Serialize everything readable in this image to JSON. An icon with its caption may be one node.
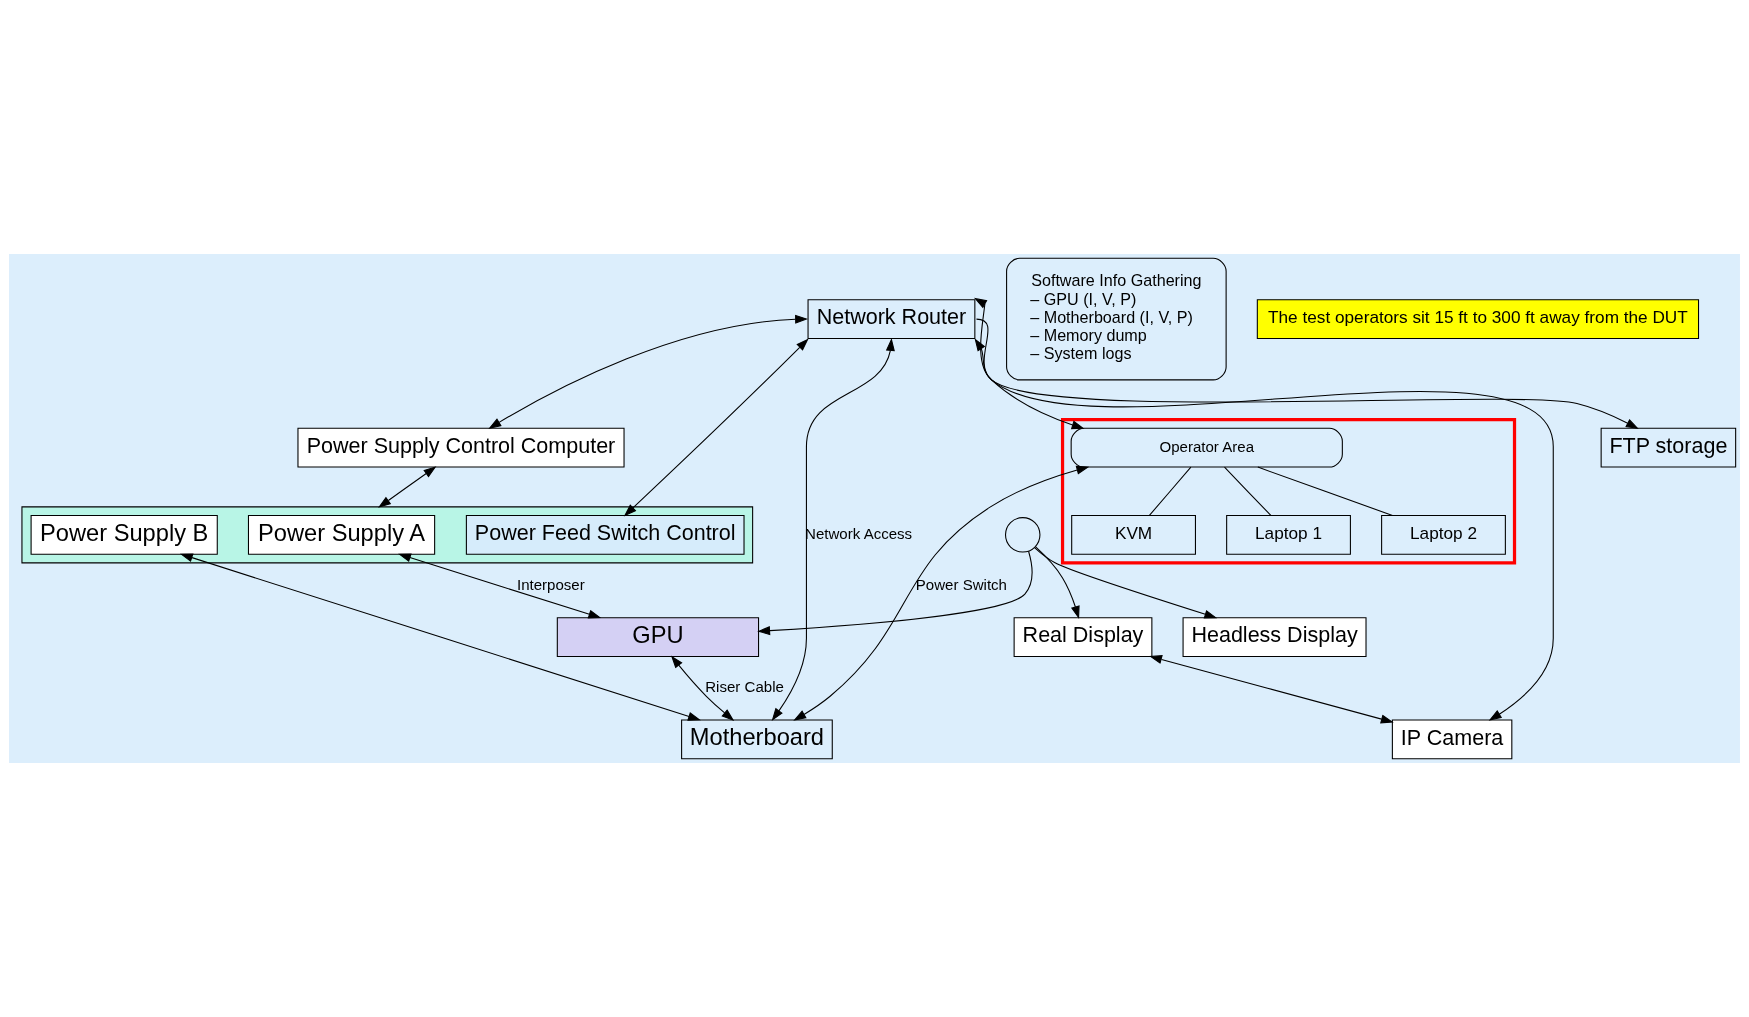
{
  "diagram": {
    "nodes": [
      {
        "text": [
          "Power Supply Control Computer"
        ]
      },
      {
        "text": [],
        "shape": "box"
      },
      {
        "text": [
          "Power Supply A"
        ],
        "in": 1
      },
      {
        "text": [
          "Power Supply B"
        ],
        "in": 1
      },
      {
        "text": [
          "Power Feed Switch Control"
        ],
        "in": 1
      },
      {
        "text": [
          "Network Router"
        ]
      },
      {
        "text": [
          "FTP storage"
        ]
      },
      {
        "text": [
          "GPU"
        ]
      },
      {
        "text": [],
        "shape": "circle"
      },
      {
        "text": [
          "Headless Display"
        ]
      },
      {
        "text": [
          "Real Display"
        ]
      },
      {
        "text": [
          "IP Camera"
        ]
      },
      {
        "text": [
          "Motherboard"
        ]
      },
      {
        "text": [
          "Software Info Gathering",
          "– GPU (I, V, P)",
          "– Motherboard (I, V, P)",
          "– Memory dump",
          "– System logs"
        ]
      },
      {
        "text": [],
        "shape": "box"
      },
      {
        "text": [
          "Operator Area"
        ],
        "in": 14
      },
      {
        "text": [
          "KVM"
        ],
        "in": 14
      },
      {
        "text": [
          "Laptop 1"
        ],
        "in": 14
      },
      {
        "text": [
          "Laptop 2"
        ],
        "in": 14
      },
      {
        "text": [
          "The test operators sit 15 ft to 300 ft away from the DUT"
        ]
      }
    ],
    "edges": [
      {
        "from": 0,
        "to": 1,
        "arrow": "both"
      },
      {
        "from": 2,
        "to": 7,
        "arrow": "both",
        "label": "Interposer"
      },
      {
        "from": 7,
        "to": 12,
        "arrow": "both",
        "label": "Riser Cable"
      },
      {
        "from": 3,
        "to": 12,
        "arrow": "both"
      },
      {
        "from": 8,
        "to": 7,
        "arrow": "to"
      },
      {
        "from": 8,
        "to": 9,
        "arrow": "to"
      },
      {
        "from": 8,
        "to": 10,
        "arrow": "to"
      },
      {
        "from": 10,
        "to": 11,
        "arrow": "both"
      },
      {
        "from": 5,
        "to": 0,
        "arrow": "both"
      },
      {
        "from": 5,
        "to": 4,
        "arrow": "both"
      },
      {
        "from": 5,
        "to": 12,
        "arrow": "both",
        "label": "Network Access"
      },
      {
        "from": 5,
        "to": 15,
        "arrow": "both"
      },
      {
        "from": 5,
        "to": 11,
        "arrow": "to"
      },
      {
        "from": 15,
        "to": 12,
        "arrow": "both",
        "label": "Power Switch"
      },
      {
        "from": 5,
        "to": 6,
        "arrow": "both"
      },
      {
        "from": 15,
        "to": 16,
        "arrow": "none"
      },
      {
        "from": 15,
        "to": 17,
        "arrow": "none"
      },
      {
        "from": 15,
        "to": 18,
        "arrow": "none"
      }
    ]
  }
}
